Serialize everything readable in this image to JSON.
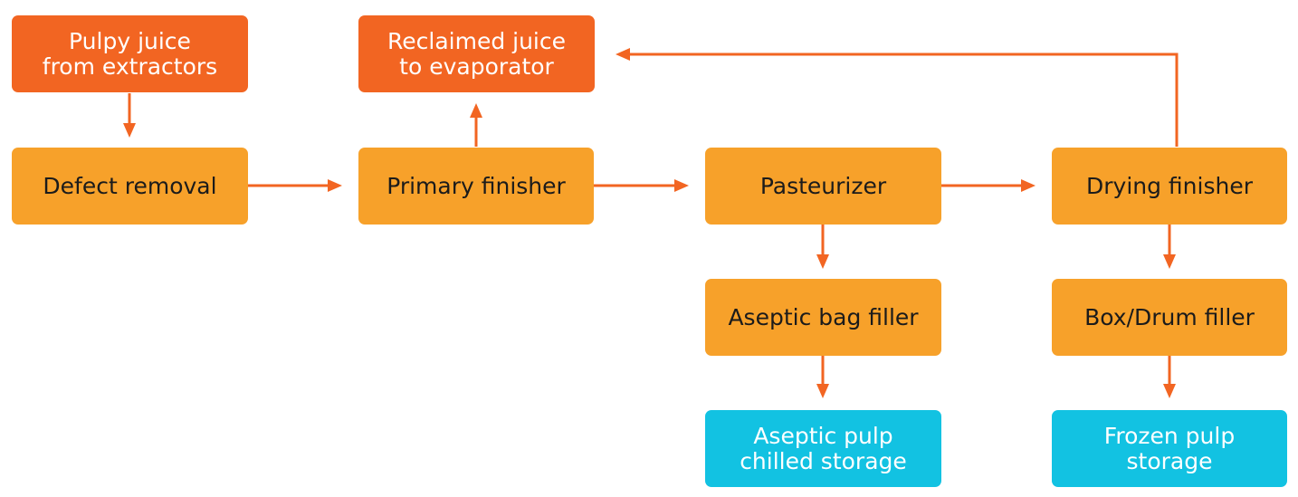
{
  "nodes": {
    "pulpy_juice": {
      "line1": "Pulpy juice",
      "line2": "from extractors"
    },
    "reclaimed_juice": {
      "line1": "Reclaimed juice",
      "line2": "to evaporator"
    },
    "defect_removal": {
      "label": "Defect removal"
    },
    "primary_finisher": {
      "label": "Primary finisher"
    },
    "pasteurizer": {
      "label": "Pasteurizer"
    },
    "drying_finisher": {
      "label": "Drying finisher"
    },
    "aseptic_bag_filler": {
      "label": "Aseptic bag filler"
    },
    "box_drum_filler": {
      "label": "Box/Drum filler"
    },
    "aseptic_pulp_storage": {
      "line1": "Aseptic pulp",
      "line2": "chilled storage"
    },
    "frozen_pulp_storage": {
      "line1": "Frozen pulp",
      "line2": "storage"
    }
  },
  "colors": {
    "input_output_node": "#f26522",
    "process_node": "#f7a12a",
    "storage_node": "#12c2e2",
    "connector": "#f26522"
  }
}
